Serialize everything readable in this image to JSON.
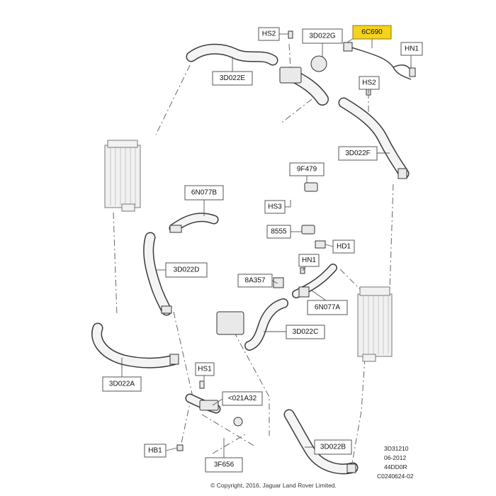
{
  "labels": {
    "hs2_top": "HS2",
    "p3d022g": "3D022G",
    "p6c690": "6C690",
    "hn1_top": "HN1",
    "p3d022e": "3D022E",
    "hs2_mid": "HS2",
    "p3d022f": "3D022F",
    "p9f479": "9F479",
    "p6n077b": "6N077B",
    "hs3": "HS3",
    "p8555": "8555",
    "hd1": "HD1",
    "hn1_mid": "HN1",
    "p3d022d": "3D022D",
    "p8a357": "8A357",
    "p6n077a": "6N077A",
    "p3d022c": "3D022C",
    "hs1": "HS1",
    "p3d022a": "3D022A",
    "p021a32": "<021A32",
    "hb1": "HB1",
    "p3d022b": "3D022B",
    "p3f656": "3F656"
  },
  "highlight_color": "#f5d31c",
  "meta": {
    "line1": "3D31210",
    "line2": "06-2012",
    "line3": "44DD0R",
    "line4": "C0240624-02"
  },
  "copyright": "© Copyright, 2016, Jaguar Land Rover Limited."
}
